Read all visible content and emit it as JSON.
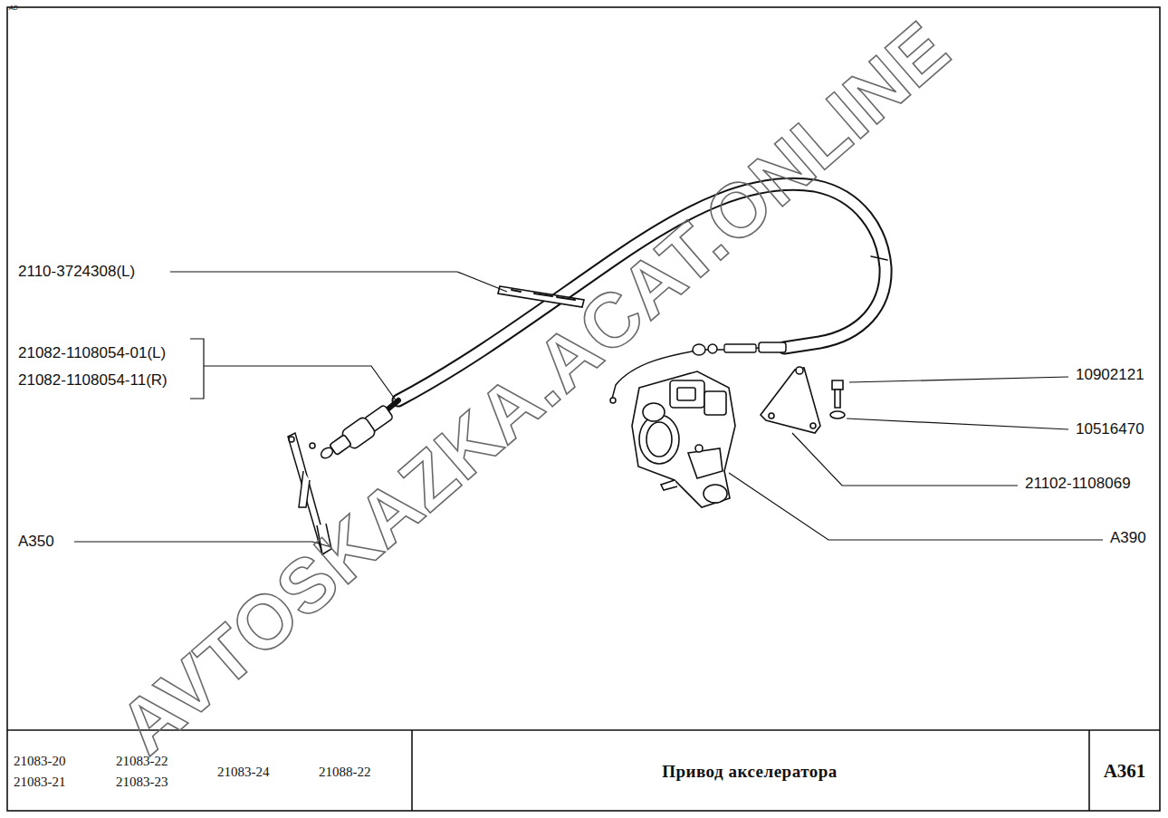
{
  "diagram": {
    "title": "Привод акселератора",
    "labels": [
      "AD",
      "2110-3724308(L)",
      "21082-1108054-01(L)",
      "21082-1108054-11(R)",
      "A350",
      "10902121",
      "10516470",
      "21102-1108069",
      "A390",
      "21083-20",
      "21083-21",
      "21083-22",
      "21083-23",
      "21083-24",
      "21088-22",
      "A361",
      "AVTOSKAZKA.ACAT.ONLINE"
    ]
  }
}
